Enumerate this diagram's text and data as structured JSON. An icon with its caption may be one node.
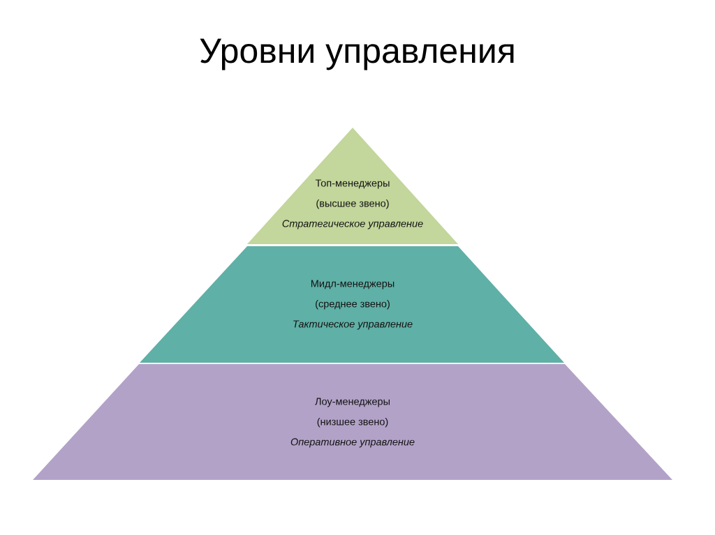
{
  "diagram": {
    "title": "Уровни управления",
    "nodes": [
      {
        "text": [
          "Топ-менеджеры",
          "(высшее звено)",
          "Стратегическое управление"
        ]
      },
      {
        "text": [
          "Мидл-менеджеры",
          "(среднее звено)",
          "Тактическое управление"
        ]
      },
      {
        "text": [
          "Лоу-менеджеры",
          "(низшее звено)",
          "Оперативное управление"
        ]
      }
    ]
  }
}
